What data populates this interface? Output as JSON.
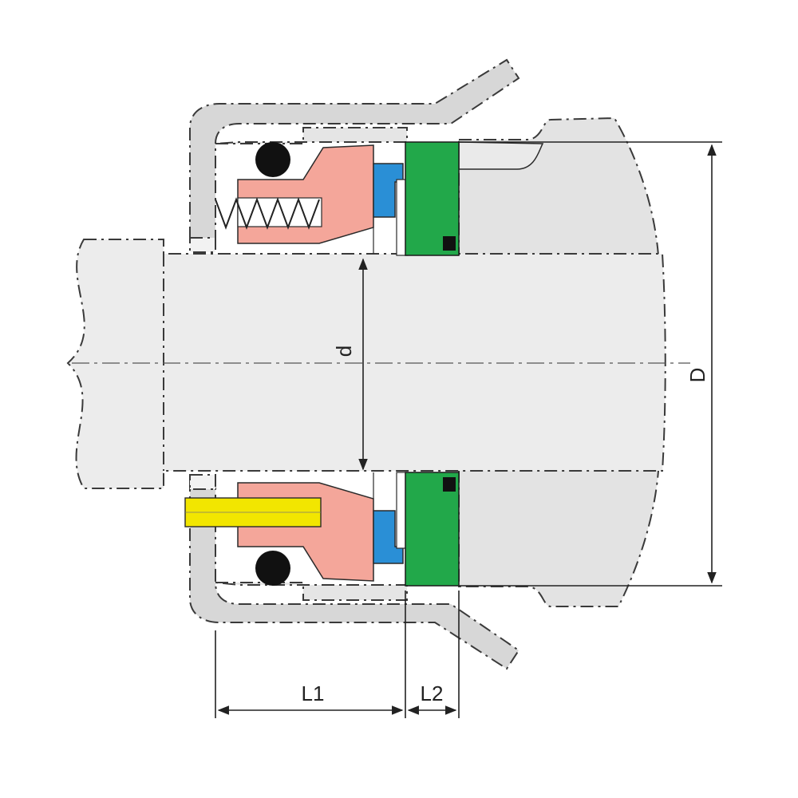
{
  "diagram": {
    "labels": {
      "shaft_diameter": "d",
      "outer_diameter": "D",
      "length_1": "L1",
      "length_2": "L2"
    },
    "colors": {
      "background": "#ffffff",
      "housing": "#d9d9d9",
      "shaft": "#eeeeee",
      "rotating_face": "#f4a69a",
      "stationary_seat": "#22a84a",
      "secondary_seal": "#2a8fd6",
      "o_ring": "#111111",
      "drive_pin": "#f2e600",
      "anti_rotation_pin": "#111111"
    }
  }
}
